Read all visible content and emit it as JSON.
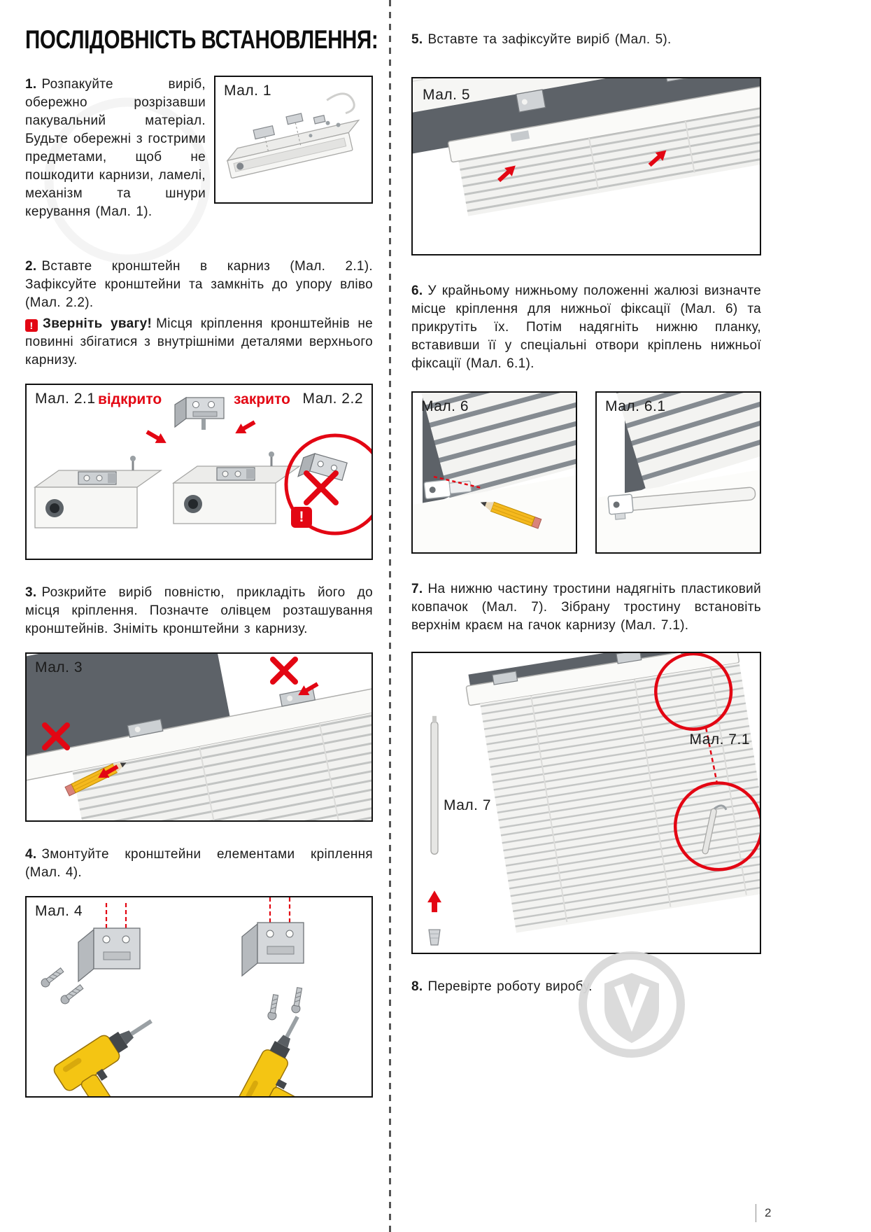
{
  "page": {
    "title": "ПОСЛІДОВНІСТЬ ВСТАНОВЛЕННЯ:",
    "number": "2"
  },
  "steps": {
    "s1_num": "1.",
    "s1_text": "Розпакуйте виріб, обережно розрізавши пакувальний матеріал. Будьте обережні з гострими предметами, щоб не пошкодити карнизи, ламелі, механізм та шнури керування (Мал. 1).",
    "s2_num": "2.",
    "s2_text": "Вставте кронштейн в карниз (Мал. 2.1). Зафіксуйте кронштейни та замкніть до упору вліво (Мал. 2.2).",
    "s2_warn_icon": "!",
    "s2_warn_bold": "Зверніть увагу!",
    "s2_warn_text": "Місця кріплення кронштейнів не повинні збігатися з внутрішніми деталями верхнього карнизу.",
    "s3_num": "3.",
    "s3_text": "Розкрийте виріб повністю, прикладіть його до місця кріплення. Позначте олівцем розташування кронштейнів. Зніміть кронштейни з карнизу.",
    "s4_num": "4.",
    "s4_text": "Змонтуйте кронштейни елементами кріплення (Мал. 4).",
    "s5_num": "5.",
    "s5_text": "Вставте та зафіксуйте виріб (Мал. 5).",
    "s6_num": "6.",
    "s6_text": "У крайньому нижньому положенні жалюзі визначте місце кріплення для нижньої фіксації (Мал. 6) та прикрутіть їх. Потім надягніть нижню планку, вставивши її у спеціальні отвори кріплень нижньої фіксації (Мал. 6.1).",
    "s7_num": "7.",
    "s7_text": "На нижню частину тростини надягніть пластиковий ковпачок (Мал. 7). Зібрану тростину встановіть верхнім краєм на гачок карнизу (Мал. 7.1).",
    "s8_num": "8.",
    "s8_text": "Перевірте роботу виробу."
  },
  "figures": {
    "f1_label": "Мал. 1",
    "f21_label": "Мал. 2.1",
    "f21_open": "відкрито",
    "f21_closed": "закрито",
    "f22_label": "Мал. 2.2",
    "f2_alert": "!",
    "f3_label": "Мал. 3",
    "f4_label": "Мал. 4",
    "f5_label": "Мал. 5",
    "f6_label": "Мал. 6",
    "f61_label": "Мал. 6.1",
    "f7_label": "Мал. 7",
    "f71_label": "Мал. 7.1"
  },
  "colors": {
    "accent_red": "#e30613",
    "window_dark": "#5d6268",
    "metal_gray": "#ccd0d3",
    "drill_yellow": "#f4c513",
    "figure_border": "#111111"
  }
}
